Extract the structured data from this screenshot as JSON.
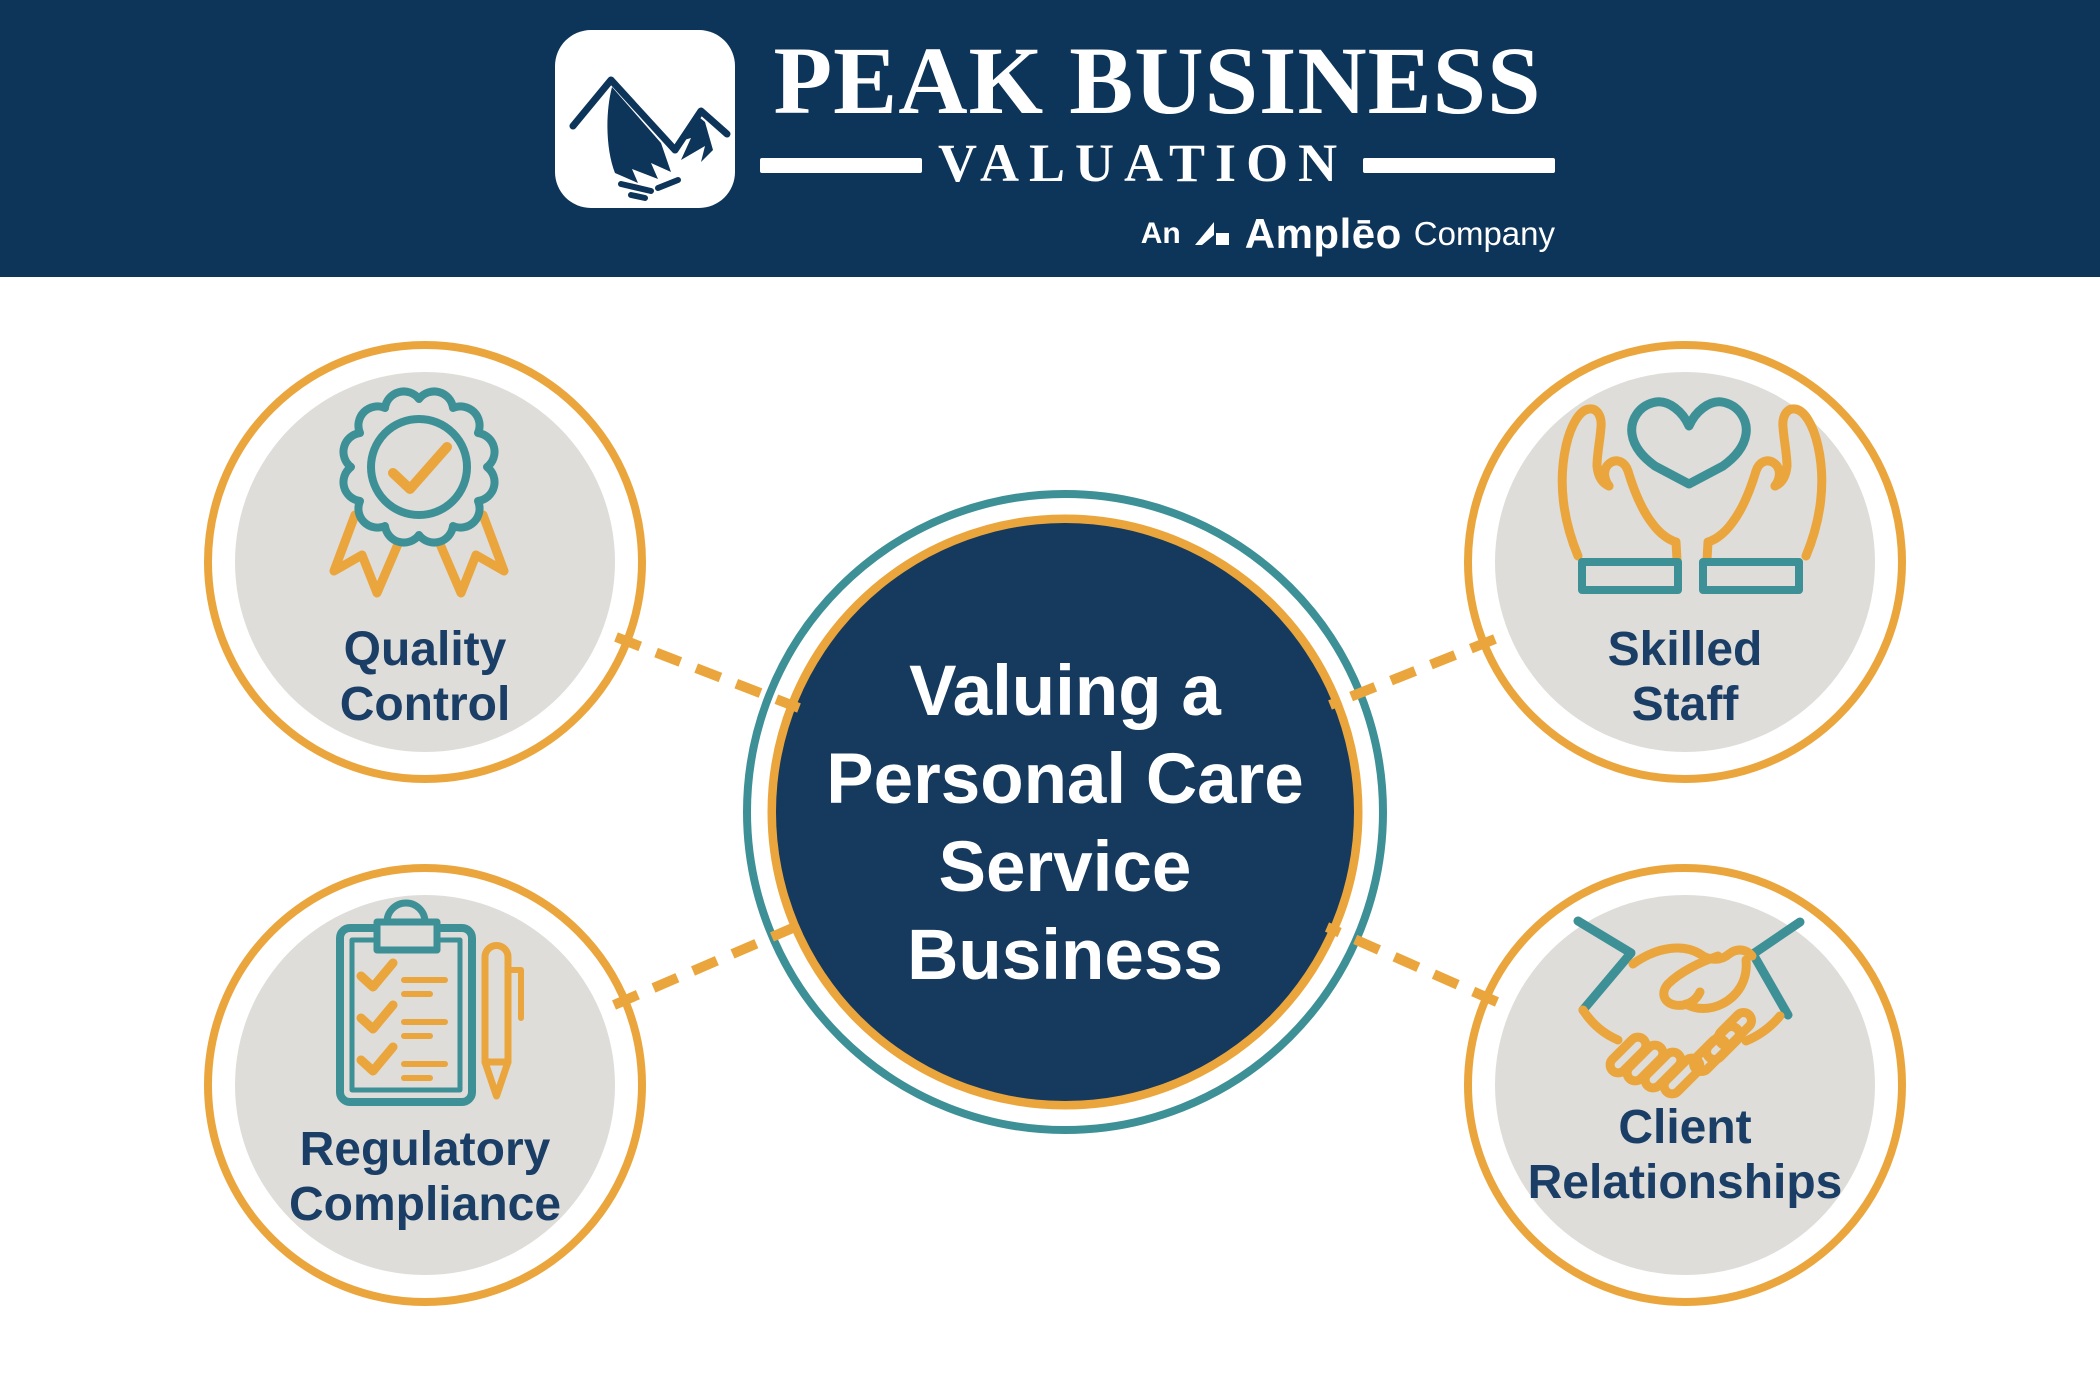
{
  "header": {
    "logo": {
      "mark_icon": "mountain-peaks-icon",
      "brand_line1": "PEAK BUSINESS",
      "brand_line2": "VALUATION"
    },
    "affiliation": {
      "prefix": "An",
      "brand_icon": "ampleo-logo-icon",
      "brand": "Amplēo",
      "suffix": "Company"
    }
  },
  "center_node": {
    "title": "Valuing a Personal Care Service Business",
    "title_lines": [
      "Valuing a",
      "Personal Care",
      "Service",
      "Business"
    ]
  },
  "nodes": [
    {
      "id": "quality-control",
      "label": "Quality Control",
      "label_lines": [
        "Quality",
        "Control"
      ],
      "icon": "award-ribbon-icon"
    },
    {
      "id": "skilled-staff",
      "label": "Skilled Staff",
      "label_lines": [
        "Skilled",
        "Staff"
      ],
      "icon": "hands-holding-heart-icon"
    },
    {
      "id": "regulatory-compliance",
      "label": "Regulatory Compliance",
      "label_lines": [
        "Regulatory",
        "Compliance"
      ],
      "icon": "clipboard-checklist-icon"
    },
    {
      "id": "client-relationships",
      "label": "Client Relationships",
      "label_lines": [
        "Client",
        "Relationships"
      ],
      "icon": "handshake-icon"
    }
  ],
  "colors": {
    "banner_navy": "#0D3459",
    "node_navy": "#16395E",
    "label_navy": "#1A3E66",
    "orange": "#EAA63C",
    "teal": "#3E9097",
    "light_gray": "#DEDDD9",
    "white": "#FFFFFF"
  }
}
